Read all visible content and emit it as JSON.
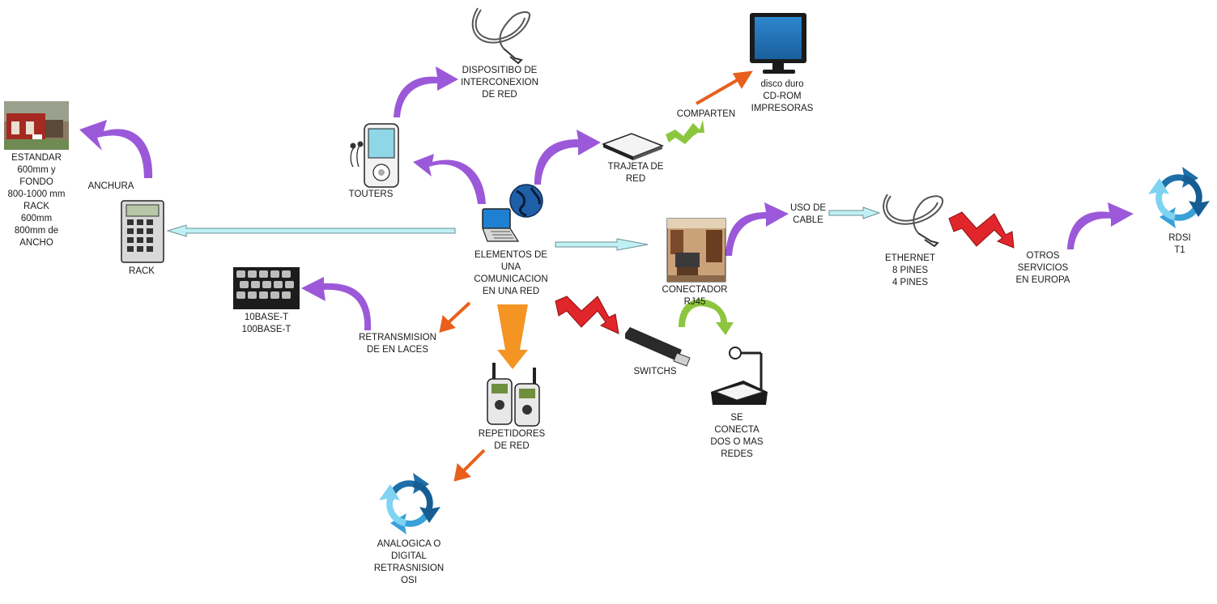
{
  "colors": {
    "purple_arrow": "#9b59d9",
    "orange_arrow": "#e8601c",
    "red_zigzag": "#e0262a",
    "green_arrow": "#8cc63f",
    "cyan_arrow": "#bff0f4",
    "blue_cycle": "#2a8fc9",
    "monitor_blue": "#1f6fb8"
  },
  "nodes": {
    "center": {
      "label": "ELEMENTOS DE\nUNA\nCOMUNICACION\nEN UNA RED",
      "icon": "laptop-globe-icon"
    },
    "estandar": {
      "label": "ESTANDAR\n600mm y\nFONDO\n800-1000 mm\nRACK\n600mm\n800mm de\nANCHO",
      "icon": "barn-photo-icon"
    },
    "anchura": {
      "label": "ANCHURA"
    },
    "rack": {
      "label": "RACK",
      "icon": "calculator-icon"
    },
    "touters": {
      "label": "TOUTERS",
      "icon": "media-player-icon"
    },
    "dispositivo": {
      "label": "DISPOSITIBO DE\nINTERCONEXION\nDE RED",
      "icon": "cable-icon"
    },
    "tarjeta": {
      "label": "TRAJETA DE\nRED",
      "icon": "network-card-icon"
    },
    "comparten": {
      "label": "COMPARTEN"
    },
    "disco": {
      "label": "disco duro\nCD-ROM\nIMPRESORAS",
      "icon": "monitor-icon"
    },
    "conector": {
      "label": "CONECTADOR\nRJ45",
      "icon": "kitchen-photo-icon"
    },
    "uso_cable": {
      "label": "USO DE\nCABLE"
    },
    "ethernet": {
      "label": "ETHERNET\n8 PINES\n4 PINES",
      "icon": "cable-icon"
    },
    "otros": {
      "label": "OTROS\nSERVICIOS\nEN EUROPA"
    },
    "rdsi": {
      "label": "RDSI\nT1",
      "icon": "cycle-icon"
    },
    "base": {
      "label": "10BASE-T\n100BASE-T",
      "icon": "keyboard-icon"
    },
    "retransmision": {
      "label": "RETRANSMISION\nDE EN LACES"
    },
    "repetidores": {
      "label": "REPETIDORES\nDE RED",
      "icon": "walkie-talkie-icon"
    },
    "switchs": {
      "label": "SWITCHS",
      "icon": "usb-stick-icon"
    },
    "se_conecta": {
      "label": "SE\nCONECTA\nDOS O MAS\nREDES",
      "icon": "projector-icon"
    },
    "analogica": {
      "label": "ANALOGICA O\nDIGITAL\nRETRASNISION\nOSI",
      "icon": "cycle-icon"
    }
  }
}
